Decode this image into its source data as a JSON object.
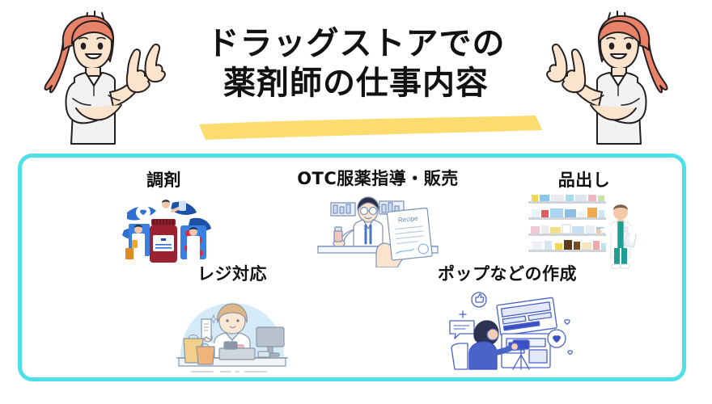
{
  "header": {
    "title_line1": "ドラッグストアでの",
    "title_line2": "薬剤師の仕事内容",
    "underline_color": "#fcdc6e"
  },
  "characters": [
    {
      "name": "pointing-woman-left",
      "hair_color": "#e8836a",
      "shirt_color": "#f2f2f2",
      "skin_color": "#fbdfc8"
    },
    {
      "name": "pointing-woman-right",
      "hair_color": "#e8836a",
      "shirt_color": "#f2f2f2",
      "skin_color": "#fbdfc8"
    }
  ],
  "card": {
    "border_color": "#4ee0e8",
    "background": "#ffffff",
    "items": [
      {
        "label": "調剤",
        "illustration": "dispensing-illustration"
      },
      {
        "label": "OTC服薬指導・販売",
        "illustration": "otc-counseling-illustration"
      },
      {
        "label": "品出し",
        "illustration": "shelf-stocking-illustration"
      },
      {
        "label": "レジ対応",
        "illustration": "cash-register-illustration"
      },
      {
        "label": "ポップなどの作成",
        "illustration": "pop-design-illustration"
      }
    ]
  }
}
